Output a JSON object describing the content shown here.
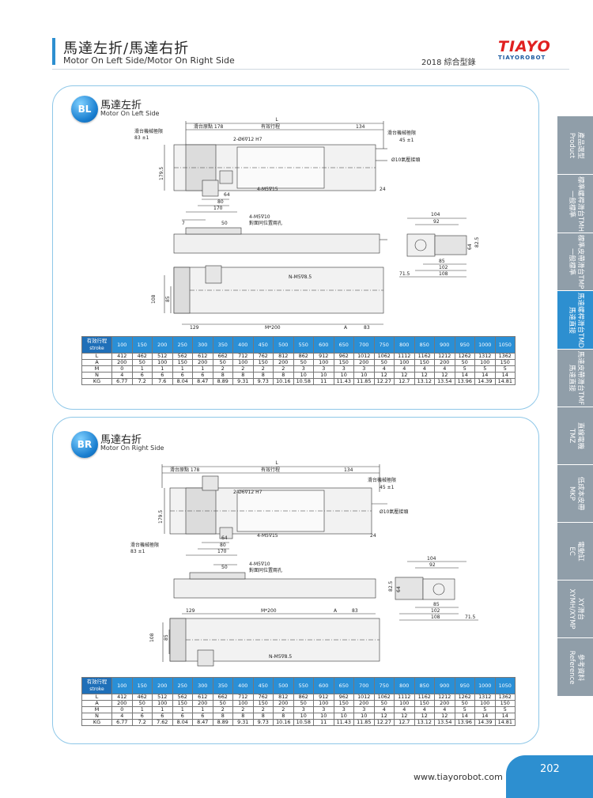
{
  "header": {
    "title": "馬達左折/馬達右折",
    "subtitle": "Motor On Left Side/Motor On Right Side",
    "catalog": "2018 綜合型錄",
    "logo_main": "TIAYO",
    "logo_sub": "TIAYOROBOT"
  },
  "sidebar": {
    "tabs": [
      {
        "zh": "產品選型",
        "en": "Product",
        "active": false
      },
      {
        "zh": "標準螺桿滑台TMH",
        "en": "一般標準",
        "active": false
      },
      {
        "zh": "標準皮帶滑台TMP",
        "en": "一般標準",
        "active": false
      },
      {
        "zh": "馬達螺桿滑台TMD",
        "en": "馬達直接",
        "active": true
      },
      {
        "zh": "馬達皮帶滑台TMF",
        "en": "馬達直接",
        "active": false
      },
      {
        "zh": "直線電機",
        "en": "TMZ",
        "active": false
      },
      {
        "zh": "低成本皮帶",
        "en": "MKP",
        "active": false
      },
      {
        "zh": "電動缸",
        "en": "EC",
        "active": false
      },
      {
        "zh": "XY滑台",
        "en": "XYMH/XYMP",
        "active": false
      },
      {
        "zh": "參考資料",
        "en": "Reference",
        "active": false
      }
    ]
  },
  "sections": [
    {
      "badge": "BL",
      "title": "馬達左折",
      "subtitle": "Motor On Left Side",
      "labels": {
        "L": "L",
        "stroke": "有效行程",
        "origin": "滑台原點 178",
        "limit_left": "滑台機械極限",
        "limit_left_val": "83 ±1",
        "limit_right": "滑台機械極限",
        "limit_right_val": "45 ±1",
        "d134": "134",
        "pin": "2-Ø6∇12 H7",
        "air": "Ø10氣壓接頭",
        "h179": "179.5",
        "d64": "64",
        "d80": "80",
        "d170": "170",
        "m5_15": "4-M5∇15",
        "d24": "24",
        "d7": "7",
        "d50": "50",
        "m5_10": "4-M5∇10",
        "m5_10b": "對面同位置兩孔",
        "d104": "104",
        "d92": "92",
        "d82": "82.5",
        "d64b": "64",
        "d85": "85",
        "d102": "102",
        "d108": "108",
        "d71": "71.5",
        "nm5": "N-M5∇8.5",
        "h108": "108",
        "h85": "85",
        "d129": "129",
        "m200": "M*200",
        "A": "A",
        "d83": "83"
      }
    },
    {
      "badge": "BR",
      "title": "馬達右折",
      "subtitle": "Motor On Right Side",
      "labels": {
        "L": "L",
        "stroke": "有效行程",
        "origin": "滑台原點 178",
        "limit_left": "滑台機械極限",
        "limit_left_val": "83 ±1",
        "limit_right": "滑台機械極限",
        "limit_right_val": "45 ±1",
        "d134": "134",
        "pin": "2-Ø6∇12 H7",
        "air": "Ø10氣壓接頭",
        "h179": "179.5",
        "d64": "64",
        "d80": "80",
        "d170": "170",
        "m5_15": "4-M5∇15",
        "d24": "24",
        "d50": "50",
        "m5_10": "4-M5∇10",
        "m5_10b": "對面同位置兩孔",
        "d104": "104",
        "d92": "92",
        "d82": "82.5",
        "d64b": "64",
        "d85": "85",
        "d102": "102",
        "d108": "108",
        "d71": "71.5",
        "nm5": "N-M5∇8.5",
        "h108": "108",
        "h85": "85",
        "d129": "129",
        "m200": "M*200",
        "A": "A",
        "d83": "83"
      }
    }
  ],
  "table": {
    "header_zh": "有效行程",
    "header_en": "stroke",
    "strokes": [
      "100",
      "150",
      "200",
      "250",
      "300",
      "350",
      "400",
      "450",
      "500",
      "550",
      "600",
      "650",
      "700",
      "750",
      "800",
      "850",
      "900",
      "950",
      "1000",
      "1050"
    ],
    "rows": [
      {
        "label": "L",
        "values": [
          "412",
          "462",
          "512",
          "562",
          "612",
          "662",
          "712",
          "762",
          "812",
          "862",
          "912",
          "962",
          "1012",
          "1062",
          "1112",
          "1162",
          "1212",
          "1262",
          "1312",
          "1362"
        ]
      },
      {
        "label": "A",
        "values": [
          "200",
          "50",
          "100",
          "150",
          "200",
          "50",
          "100",
          "150",
          "200",
          "50",
          "100",
          "150",
          "200",
          "50",
          "100",
          "150",
          "200",
          "50",
          "100",
          "150"
        ]
      },
      {
        "label": "M",
        "values": [
          "0",
          "1",
          "1",
          "1",
          "1",
          "2",
          "2",
          "2",
          "2",
          "3",
          "3",
          "3",
          "3",
          "4",
          "4",
          "4",
          "4",
          "5",
          "5",
          "5"
        ]
      },
      {
        "label": "N",
        "values": [
          "4",
          "6",
          "6",
          "6",
          "6",
          "8",
          "8",
          "8",
          "8",
          "10",
          "10",
          "10",
          "10",
          "12",
          "12",
          "12",
          "12",
          "14",
          "14",
          "14"
        ]
      }
    ],
    "kg_label": "KG",
    "kg_table1": [
      "6.77",
      "7.2",
      "7.6",
      "8.04",
      "8.47",
      "8.89",
      "9.31",
      "9.73",
      "10.16",
      "10.58",
      "11",
      "11.43",
      "11.85",
      "12.27",
      "12.7",
      "13.12",
      "13.54",
      "13.96",
      "14.39",
      "14.81"
    ],
    "kg_table2": [
      "6.77",
      "7.2",
      "7.62",
      "8.04",
      "8.47",
      "8.89",
      "9.31",
      "9.73",
      "10.16",
      "10.58",
      "11",
      "11.43",
      "11.85",
      "12.27",
      "12.7",
      "13.12",
      "13.54",
      "13.96",
      "14.39",
      "14.81"
    ]
  },
  "footer": {
    "url": "www.tiayorobot.com",
    "page": "202"
  }
}
